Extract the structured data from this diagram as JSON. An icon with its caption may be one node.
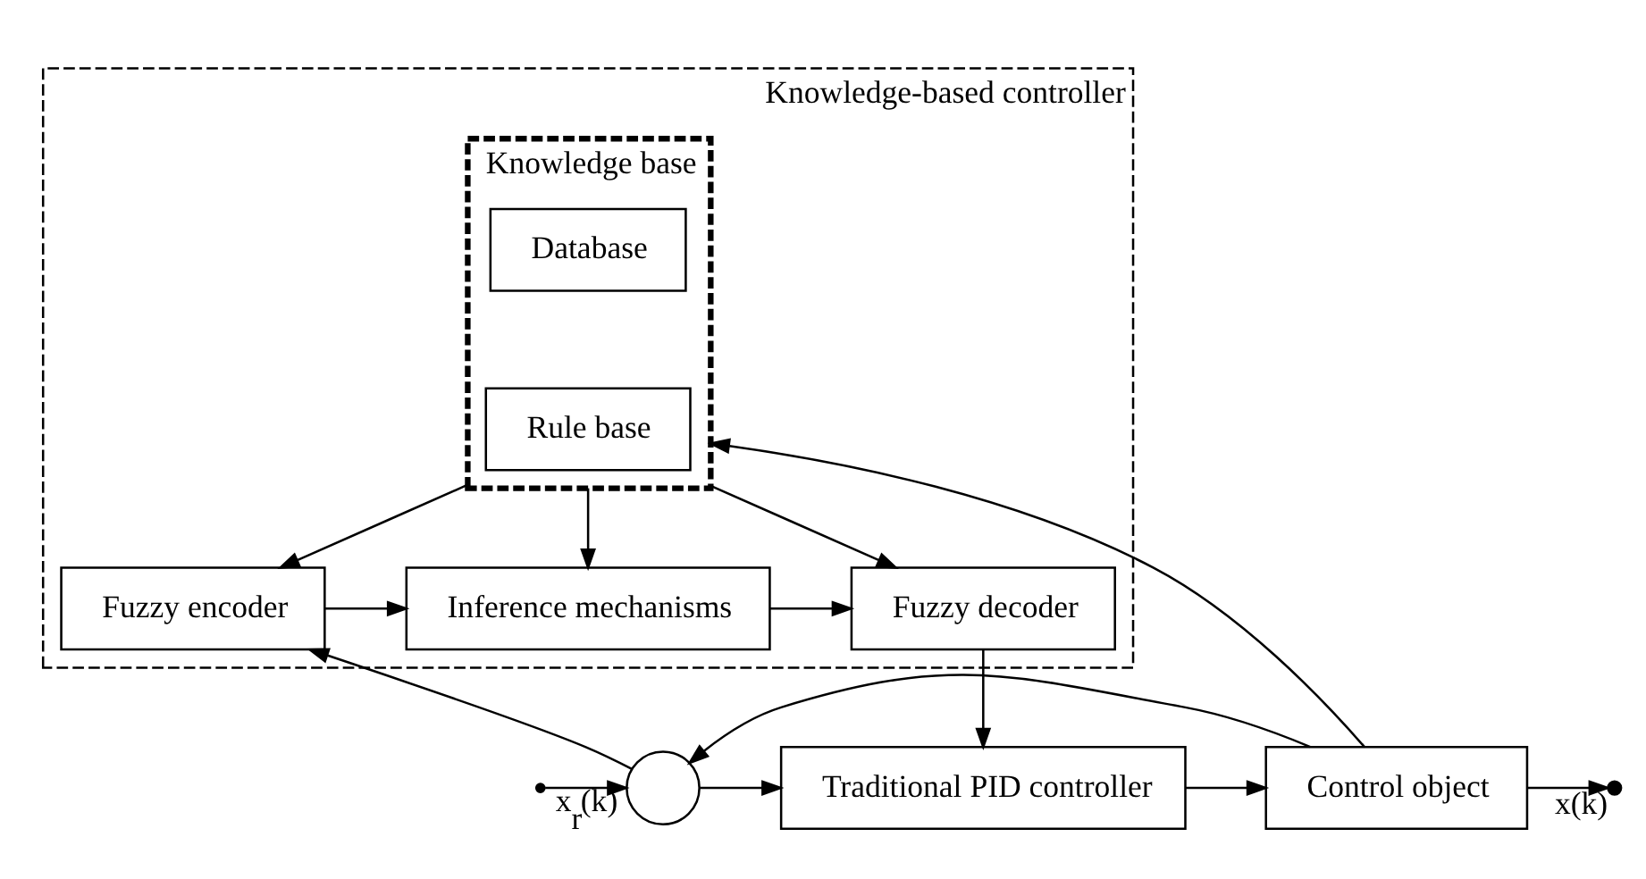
{
  "diagram": {
    "nodes": [
      {
        "text": [
          "Knowledge-based controller"
        ]
      },
      {
        "text": [
          "Knowledge base"
        ],
        "in": 0
      },
      {
        "text": [
          "Database"
        ],
        "in": 1
      },
      {
        "text": [
          "Rule base"
        ],
        "in": 1
      },
      {
        "text": [
          "Fuzzy encoder"
        ],
        "in": 0
      },
      {
        "text": [
          "Inference mechanisms"
        ],
        "in": 0
      },
      {
        "text": [
          "Fuzzy decoder"
        ],
        "in": 0
      },
      {
        "text": [],
        "shape": "circle"
      },
      {
        "text": [
          "Traditional PID controller"
        ]
      },
      {
        "text": [
          "Control object"
        ]
      }
    ],
    "edges": [
      {
        "from": null,
        "to": 7,
        "arrow": "to",
        "label": "x$_{r}$(k)"
      },
      {
        "from": 1,
        "to": 4,
        "arrow": "to"
      },
      {
        "from": 1,
        "to": 5,
        "arrow": "to"
      },
      {
        "from": 1,
        "to": 6,
        "arrow": "to"
      },
      {
        "from": 4,
        "to": 5,
        "arrow": "to"
      },
      {
        "from": 5,
        "to": 6,
        "arrow": "to"
      },
      {
        "from": 6,
        "to": 8,
        "arrow": "to"
      },
      {
        "from": 7,
        "to": 8,
        "arrow": "to"
      },
      {
        "from": 7,
        "to": 4,
        "arrow": "to"
      },
      {
        "from": 8,
        "to": 9,
        "arrow": "to"
      },
      {
        "from": 9,
        "to": null,
        "arrow": "to",
        "label": "x(k)"
      },
      {
        "from": 9,
        "to": 1,
        "arrow": "to"
      },
      {
        "from": 9,
        "to": 7,
        "arrow": "to"
      }
    ]
  }
}
